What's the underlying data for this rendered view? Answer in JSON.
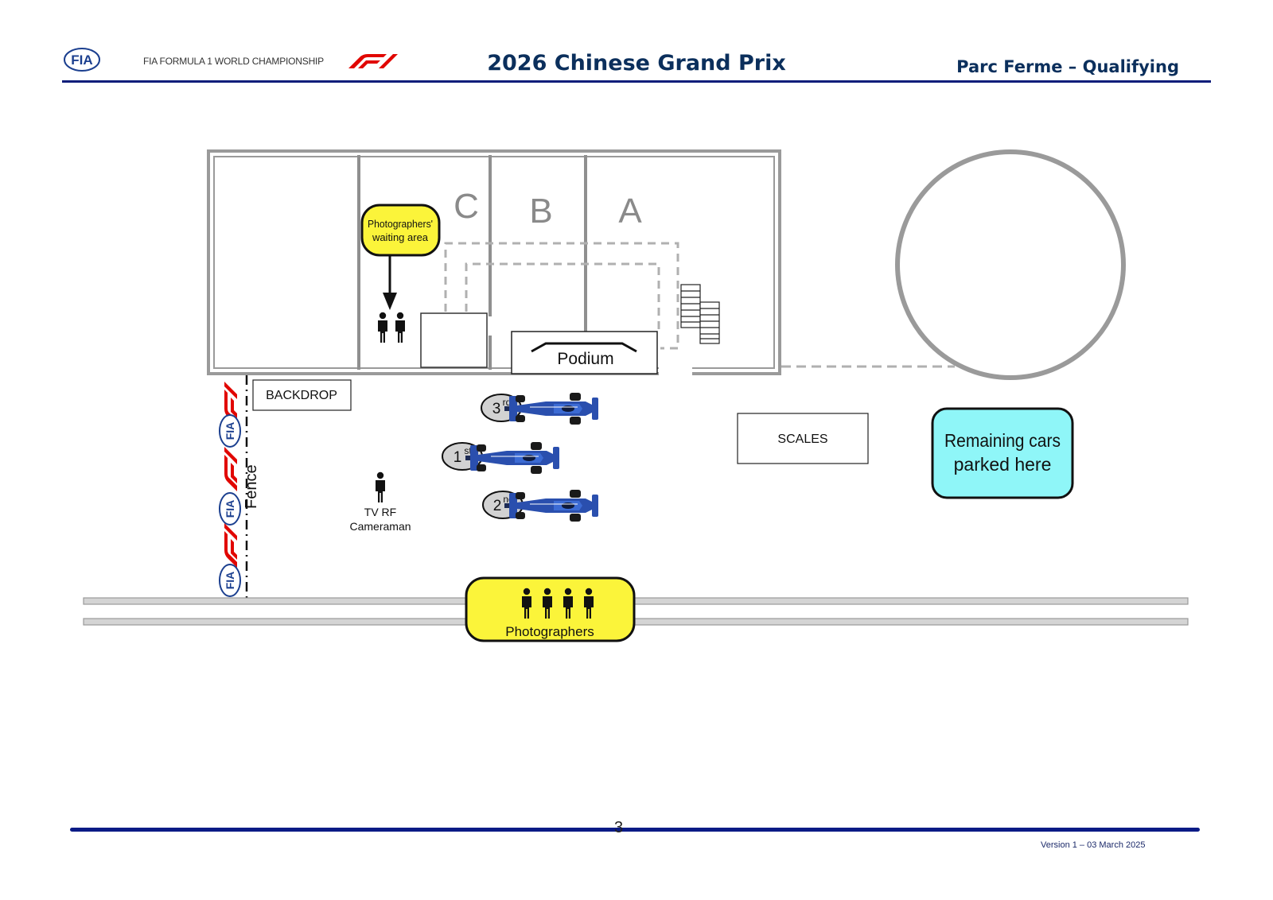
{
  "header": {
    "org_text": "FIA FORMULA 1 WORLD CHAMPIONSHIP",
    "title": "2026 Chinese Grand Prix",
    "subtitle": "Parc Ferme – Qualifying"
  },
  "diagram": {
    "bay_labels": [
      "C",
      "B",
      "A"
    ],
    "photographers_waiting_line1": "Photographers'",
    "photographers_waiting_line2": "waiting area",
    "podium": "Podium",
    "backdrop": "BACKDROP",
    "scales": "SCALES",
    "remaining_line1": "Remaining cars",
    "remaining_line2": "parked here",
    "fence": "Fence",
    "tv_line1": "TV RF",
    "tv_line2": "Cameraman",
    "photographers": "Photographers",
    "positions": [
      {
        "num": "3",
        "sup": "rd"
      },
      {
        "num": "1",
        "sup": "st"
      },
      {
        "num": "2",
        "sup": "nd"
      }
    ],
    "fence_logos": [
      "F1",
      "FIA",
      "F1",
      "FIA",
      "F1",
      "FIA"
    ]
  },
  "footer": {
    "page_number": "3",
    "version": "Version 1 – 03 March 2025"
  },
  "colors": {
    "navy": "#0b2f5c",
    "yellow": "#fbf43a",
    "cyan": "#8ff6f8",
    "f1_red": "#e10600",
    "car_blue": "#2a4fae"
  }
}
